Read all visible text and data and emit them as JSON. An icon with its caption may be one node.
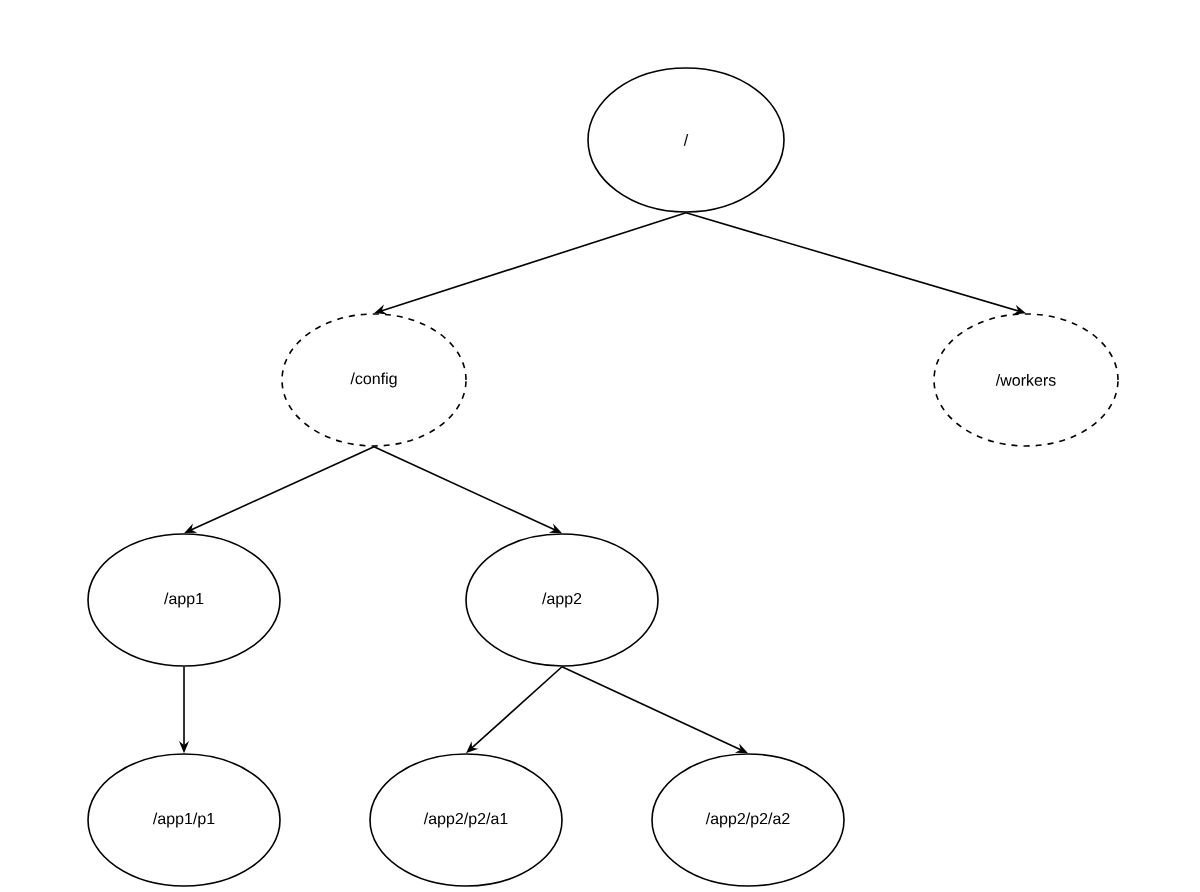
{
  "diagram": {
    "nodes": [
      {
        "text": [
          "/"
        ]
      },
      {
        "text": [
          "/config"
        ]
      },
      {
        "text": [
          "/workers"
        ]
      },
      {
        "text": [
          "/app1"
        ]
      },
      {
        "text": [
          "/app2"
        ]
      },
      {
        "text": [
          "/app1/p1"
        ]
      },
      {
        "text": [
          "/app2/p2/a1"
        ]
      },
      {
        "text": [
          "/app2/p2/a2"
        ]
      }
    ],
    "edges": [
      {
        "from": 0,
        "to": 1,
        "arrow": "to"
      },
      {
        "from": 0,
        "to": 2,
        "arrow": "to"
      },
      {
        "from": 1,
        "to": 3,
        "arrow": "to"
      },
      {
        "from": 1,
        "to": 4,
        "arrow": "to"
      },
      {
        "from": 3,
        "to": 5,
        "arrow": "to"
      },
      {
        "from": 4,
        "to": 6,
        "arrow": "to"
      },
      {
        "from": 4,
        "to": 7,
        "arrow": "to"
      }
    ]
  }
}
